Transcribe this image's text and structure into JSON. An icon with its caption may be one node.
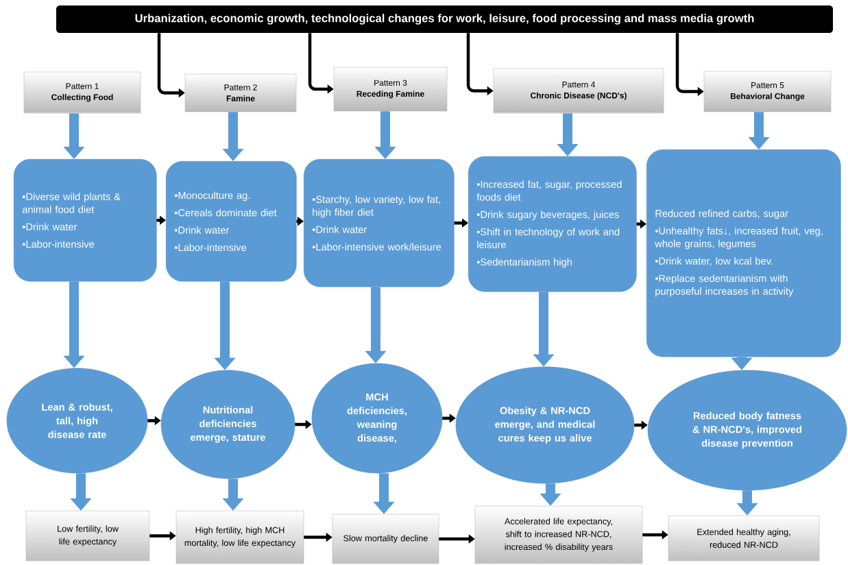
{
  "diagram": {
    "nodes": [
      {
        "text": [
          "Urbanization, economic growth, technological changes for work, leisure, food processing and mass media growth"
        ]
      },
      {
        "text": [
          "Pattern 1",
          "Collecting Food"
        ]
      },
      {
        "text": [
          "Pattern 2",
          "Famine"
        ]
      },
      {
        "text": [
          "Pattern 3",
          "Receding Famine"
        ]
      },
      {
        "text": [
          "Pattern 4",
          "Chronic Disease (NCD's)"
        ]
      },
      {
        "text": [
          "Pattern 5",
          "Behavioral Change"
        ]
      },
      {
        "text": [
          "•Diverse wild plants & animal food diet",
          "•Drink water",
          "•Labor-intensive"
        ]
      },
      {
        "text": [
          "•Monoculture ag.",
          "•Cereals dominate diet",
          "•Drink water",
          "•Labor-intensive"
        ]
      },
      {
        "text": [
          "•Starchy, low variety, low fat, high fiber diet",
          "•Drink water",
          "•Labor-intensive work/leisure"
        ]
      },
      {
        "text": [
          "•Increased fat, sugar, processed foods diet",
          "•Drink sugary beverages, juices",
          "•Shift in technology of work and leisure",
          "•Sedentarianism high"
        ]
      },
      {
        "text": [
          "Reduced refined carbs, sugar",
          "•Unhealthy fats↓, increased fruit, veg, whole grains, legumes",
          "•Drink water, low kcal bev.",
          "•Replace sedentarianism with purposeful increases in activity"
        ]
      },
      {
        "text": [
          "Lean & robust, tall, high disease rate"
        ]
      },
      {
        "text": [
          "Nutritional deficiencies emerge, stature"
        ]
      },
      {
        "text": [
          "MCH deficiencies, weaning disease,"
        ]
      },
      {
        "text": [
          "Obesity & NR-NCD emerge, and medical cures keep us alive"
        ]
      },
      {
        "text": [
          "Reduced body fatness & NR-NCD's, improved disease prevention"
        ]
      },
      {
        "text": [
          "Low fertility, low life expectancy"
        ]
      },
      {
        "text": [
          "High fertility, high MCH mortality, low life expectancy"
        ]
      },
      {
        "text": [
          "Slow mortality decline"
        ]
      },
      {
        "text": [
          "Accelerated life expectancy, shift to increased NR-NCD, increased % disability years"
        ]
      },
      {
        "text": [
          "Extended healthy aging, reduced NR-NCD"
        ]
      }
    ],
    "edges": [
      {
        "from": 0,
        "to": 2,
        "arrow": "to"
      },
      {
        "from": 0,
        "to": 3,
        "arrow": "to"
      },
      {
        "from": 0,
        "to": 4,
        "arrow": "to"
      },
      {
        "from": 0,
        "to": 5,
        "arrow": "to"
      },
      {
        "from": 1,
        "to": 6,
        "arrow": "to",
        "style": "thick",
        "color": "#5b9bd5"
      },
      {
        "from": 2,
        "to": 7,
        "arrow": "to",
        "style": "thick",
        "color": "#5b9bd5"
      },
      {
        "from": 3,
        "to": 8,
        "arrow": "to",
        "style": "thick",
        "color": "#5b9bd5"
      },
      {
        "from": 4,
        "to": 9,
        "arrow": "to",
        "style": "thick",
        "color": "#5b9bd5"
      },
      {
        "from": 5,
        "to": 10,
        "arrow": "to",
        "style": "thick",
        "color": "#5b9bd5"
      },
      {
        "from": 6,
        "to": 7,
        "arrow": "to"
      },
      {
        "from": 7,
        "to": 8,
        "arrow": "to"
      },
      {
        "from": 8,
        "to": 9,
        "arrow": "to"
      },
      {
        "from": 9,
        "to": 10,
        "arrow": "to"
      },
      {
        "from": 6,
        "to": 11,
        "arrow": "to",
        "style": "thick",
        "color": "#5b9bd5"
      },
      {
        "from": 7,
        "to": 12,
        "arrow": "to",
        "style": "thick",
        "color": "#5b9bd5"
      },
      {
        "from": 8,
        "to": 13,
        "arrow": "to",
        "style": "thick",
        "color": "#5b9bd5"
      },
      {
        "from": 9,
        "to": 14,
        "arrow": "to",
        "style": "thick",
        "color": "#5b9bd5"
      },
      {
        "from": 10,
        "to": 15,
        "arrow": "to",
        "style": "thick",
        "color": "#5b9bd5"
      },
      {
        "from": 11,
        "to": 12,
        "arrow": "to"
      },
      {
        "from": 12,
        "to": 13,
        "arrow": "to"
      },
      {
        "from": 13,
        "to": 14,
        "arrow": "to"
      },
      {
        "from": 14,
        "to": 15,
        "arrow": "to"
      },
      {
        "from": 11,
        "to": 16,
        "arrow": "to",
        "style": "thick",
        "color": "#5b9bd5"
      },
      {
        "from": 12,
        "to": 17,
        "arrow": "to",
        "style": "thick",
        "color": "#5b9bd5"
      },
      {
        "from": 13,
        "to": 18,
        "arrow": "to",
        "style": "thick",
        "color": "#5b9bd5"
      },
      {
        "from": 14,
        "to": 19,
        "arrow": "to",
        "style": "thick",
        "color": "#5b9bd5"
      },
      {
        "from": 15,
        "to": 20,
        "arrow": "to",
        "style": "thick",
        "color": "#5b9bd5"
      },
      {
        "from": 16,
        "to": 17,
        "arrow": "to"
      },
      {
        "from": 17,
        "to": 18,
        "arrow": "to"
      },
      {
        "from": 18,
        "to": 19,
        "arrow": "to"
      },
      {
        "from": 19,
        "to": 20,
        "arrow": "to"
      }
    ]
  }
}
